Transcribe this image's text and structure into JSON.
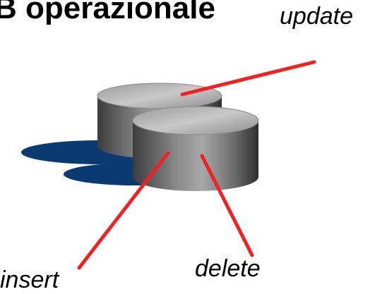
{
  "title": "B operazionale",
  "labels": {
    "update": "update",
    "insert": "insert",
    "delete": "delete"
  },
  "colors": {
    "arrow": "#ee2222",
    "shadow": "#0b3a73",
    "cylinder_dark": "#4a4a4a",
    "cylinder_light": "#b5b5b5"
  }
}
